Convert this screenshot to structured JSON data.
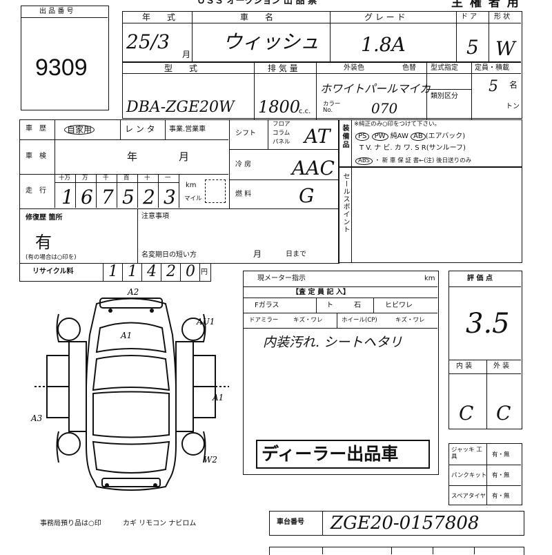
{
  "header": {
    "top_title": "ＵＳＳ  オークション  出  品  票",
    "owner_title": "主 権 者 用"
  },
  "lot": {
    "label": "出 品 番 号",
    "number": "9309"
  },
  "row1": {
    "year_label": "年　　式",
    "year_value": "25/3",
    "month_unit": "月",
    "name_label": "車　　名",
    "name_value": "ウィッシュ",
    "grade_label": "グ レ ー ド",
    "grade_value": "1.8A",
    "door_label": "ド ア",
    "door_value": "5",
    "shape_label": "形 状",
    "shape_value": "W"
  },
  "row2": {
    "model_label": "型　　式",
    "model_value": "DBA-ZGE20W",
    "displacement_label": "排 気 量",
    "displacement_value": "1800",
    "cc_unit": "c.c.",
    "exterior_label": "外装色",
    "repaint_label": "色替",
    "color_value": "ホワイトパールマイカ",
    "color_no_label": "カラー No.",
    "color_no_value": "070",
    "type_designation_label": "型式指定",
    "category_label": "類別区分",
    "capacity_label": "定員・積載",
    "capacity_value": "5",
    "capacity_unit": "名",
    "ton_unit": "トン"
  },
  "history": {
    "label": "車　歴",
    "private": "自家用",
    "rental": "レ ン タ",
    "business": "事業.営業車"
  },
  "inspection": {
    "label": "車　検",
    "year_unit": "年",
    "month_unit": "月"
  },
  "mileage": {
    "label": "走　行",
    "units": [
      "十万",
      "万",
      "千",
      "百",
      "十",
      "一"
    ],
    "digits": [
      "1",
      "6",
      "7",
      "5",
      "2",
      "3"
    ],
    "km_unit": "km",
    "mile_unit": "マイル"
  },
  "shift": {
    "label": "シフト",
    "floor": "フロア",
    "column": "コラム",
    "panel": "パネル",
    "value": "AT"
  },
  "aircon": {
    "label": "冷 房",
    "value": "AAC"
  },
  "fuel": {
    "label": "燃 料",
    "value": "G"
  },
  "equipment": {
    "label": "装備品",
    "note": "※純正のみ○印をつけて下さい。",
    "line1": [
      "PS",
      "PW",
      "純AW",
      "AB",
      "(エアバック)"
    ],
    "line2": "T V.  ナ ビ.  カ ワ.  S R(サンルーフ)",
    "line3_abs": "ABS",
    "line3_rest": "・ 新 車 保 証 書←(注) 後日送りのみ"
  },
  "sale_point": {
    "label": "セールスポイント"
  },
  "repair": {
    "label": "修復歴 箇所",
    "value": "有",
    "sub": "(有の場合は○印を)"
  },
  "notes": {
    "label": "注意事項",
    "name_change": "名変期日の短い方",
    "month": "月",
    "day": "日まで"
  },
  "recycle": {
    "label": "リサイクル料",
    "digits": [
      "1",
      "1",
      "4",
      "2",
      "0"
    ],
    "yen": "円"
  },
  "meter": {
    "label": "現メーター指示",
    "km": "km",
    "inspector_label": "【査 定 員 記 入】",
    "glass_label": "Fガラス",
    "glass_opt1": "ト",
    "glass_opt2": "石",
    "glass_opt3": "ヒビワレ",
    "mirror_label": "ドアミラー",
    "mirror_opts": "キズ・ワレ",
    "wheel_label": "ホイール(CP)",
    "wheel_opts": "キズ・ワレ",
    "handwritten_note": "内装汚れ.  シートヘタリ"
  },
  "stamp": {
    "text": "ディーラー出品車"
  },
  "evaluation": {
    "label": "評 価 点",
    "score": "3.5",
    "interior_label": "内 装",
    "exterior_label": "外 装",
    "interior_grade": "C",
    "exterior_grade": "C"
  },
  "tools": {
    "jack_label": "ジャッキ 工 具",
    "jack_value": "有・無",
    "puncture_label": "パンクキット",
    "puncture_value": "有・無",
    "spare_label": "スペアタイヤ",
    "spare_value": "有・無"
  },
  "chassis": {
    "label": "車台番号",
    "value": "ZGE20-0157808"
  },
  "diagram_marks": {
    "a2": "A2",
    "au1": "AU1",
    "a1_top": "A1",
    "a1_side": "A1",
    "a3": "A3",
    "w": "W2"
  },
  "footer": {
    "office_note": "事務局預り品は○印",
    "items": "カギ  リモコン  ナビロム"
  }
}
